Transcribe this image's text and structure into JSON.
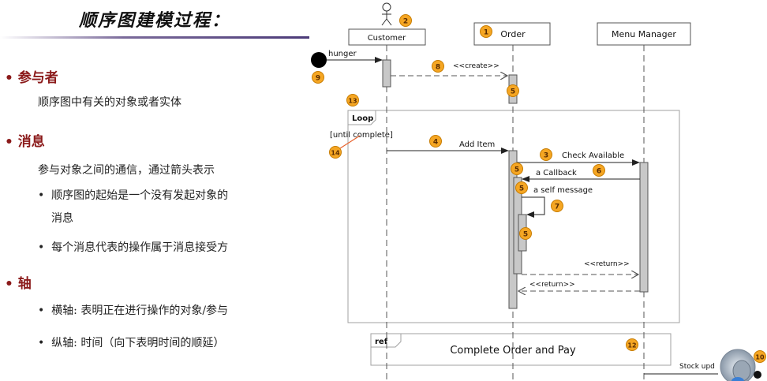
{
  "left": {
    "title": "顺序图建模过程：",
    "sections": [
      {
        "heading": "参与者",
        "desc": "顺序图中有关的对象或者实体"
      },
      {
        "heading": "消息",
        "desc": "参与对象之间的通信，通过箭头表示",
        "points": [
          "顺序图的起始是一个没有发起对象的",
          "消息",
          "每个消息代表的操作属于消息接受方"
        ]
      },
      {
        "heading": "轴",
        "points": [
          "横轴: 表明正在进行操作的对象/参与",
          "纵轴: 时间（向下表明时间的顺延）"
        ]
      }
    ]
  },
  "diagram": {
    "participants": {
      "customer": "Customer",
      "order": "Order",
      "menu_manager": "Menu Manager"
    },
    "messages": {
      "hunger": "hunger",
      "create": "<<create>>",
      "add_item": "Add Item",
      "check_available": "Check Available",
      "callback": "a Callback",
      "self_message": "a self message",
      "return1": "<<return>>",
      "return2": "<<return>>",
      "stock_update": "Stock upd"
    },
    "fragments": {
      "loop_label": "Loop",
      "guard": "[until complete]",
      "ref_label": "ref",
      "ref_text": "Complete Order and Pay"
    },
    "badges": {
      "order": "1",
      "actor": "2",
      "check": "3",
      "add_item": "4",
      "activation1": "5",
      "activation2": "5",
      "activation3": "5",
      "activation4": "5",
      "callback": "6",
      "self_msg": "7",
      "create": "8",
      "hunger": "9",
      "stock": "10",
      "ref": "12",
      "loop": "13",
      "guard": "14"
    },
    "colors": {
      "badge_fill": "#f5a623",
      "badge_stroke": "#c77c00",
      "activation": "#c8c8c8",
      "guard_line": "#e8612c"
    }
  }
}
